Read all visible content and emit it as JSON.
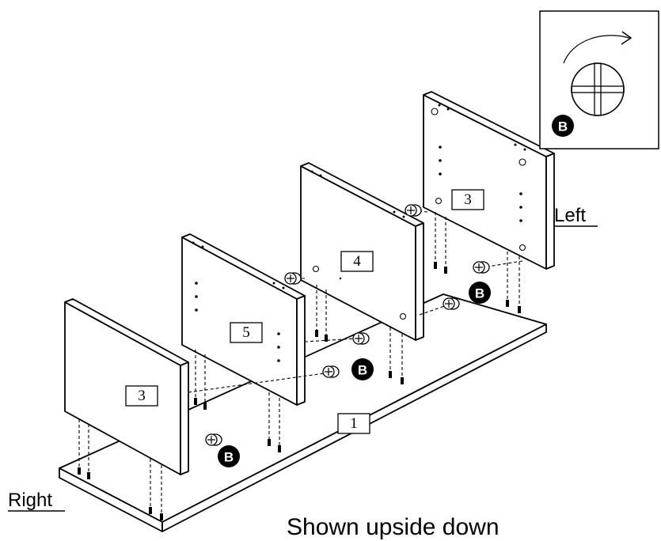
{
  "labels": {
    "panel_left": "3",
    "panel_back": "4",
    "panel_middle": "5",
    "panel_right": "3",
    "panel_bottom": "1"
  },
  "badges": {
    "inset": "B",
    "near_left": "B",
    "middle": "B",
    "near_right": "B"
  },
  "side_left": "Left",
  "side_right": "Right",
  "caption": "Shown upside down"
}
